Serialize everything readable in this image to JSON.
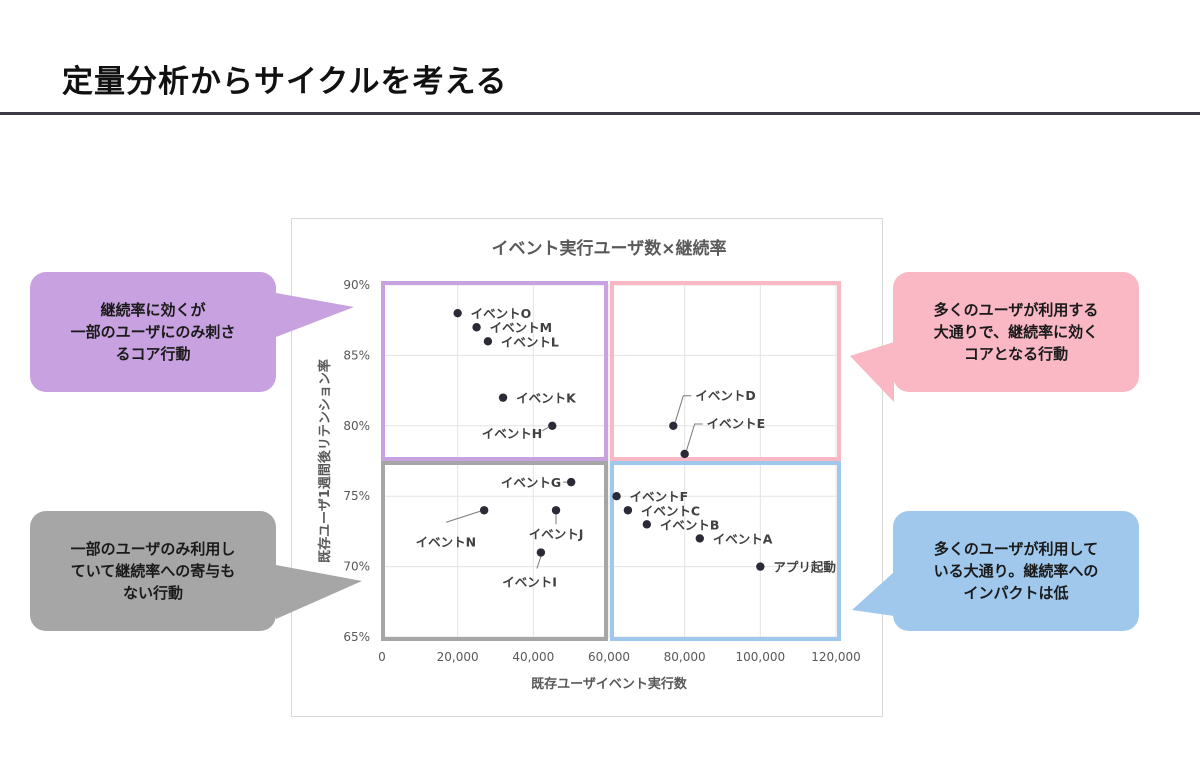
{
  "page": {
    "title": "定量分析からサイクルを考える"
  },
  "callouts": {
    "top_left": {
      "text": "継続率に効くが\n一部のユーザにのみ刺さ\nるコア行動",
      "color": "#c8a2e0"
    },
    "top_right": {
      "text": "多くのユーザが利用する\n大通りで、継続率に効く\nコアとなる行動",
      "color": "#f9b8c4"
    },
    "bottom_left": {
      "text": "一部のユーザのみ利用し\nていて継続率への寄与も\nない行動",
      "color": "#a6a6a6"
    },
    "bottom_right": {
      "text": "多くのユーザが利用して\nいる大通り。継続率への\nインパクトは低",
      "color": "#9fc8ec"
    }
  },
  "chart_data": {
    "type": "scatter",
    "title": "イベント実行ユーザ数×継続率",
    "xlabel": "既存ユーザイベント実行数",
    "ylabel": "既存ユーザ1週間後リテンション率",
    "xlim": [
      0,
      120000
    ],
    "ylim": [
      65,
      90
    ],
    "x_ticks": [
      "0",
      "20,000",
      "40,000",
      "60,000",
      "80,000",
      "100,000",
      "120,000"
    ],
    "y_ticks": [
      "65%",
      "70%",
      "75%",
      "80%",
      "85%",
      "90%"
    ],
    "grid": true,
    "quadrants": [
      {
        "name": "top-left",
        "x": [
          0,
          60000
        ],
        "y": [
          77.5,
          90
        ],
        "color": "#c8a2e0"
      },
      {
        "name": "top-right",
        "x": [
          60000,
          120000
        ],
        "y": [
          77.5,
          90
        ],
        "color": "#f9b8c4"
      },
      {
        "name": "bottom-left",
        "x": [
          0,
          60000
        ],
        "y": [
          65,
          77.5
        ],
        "color": "#a6a6a6"
      },
      {
        "name": "bottom-right",
        "x": [
          60000,
          120000
        ],
        "y": [
          65,
          77.5
        ],
        "color": "#9fc8ec"
      }
    ],
    "points": [
      {
        "label": "イベントO",
        "x": 20000,
        "y": 88,
        "label_pos": "right"
      },
      {
        "label": "イベントM",
        "x": 25000,
        "y": 87,
        "label_pos": "right"
      },
      {
        "label": "イベントL",
        "x": 28000,
        "y": 86,
        "label_pos": "right"
      },
      {
        "label": "イベントK",
        "x": 32000,
        "y": 82,
        "label_pos": "right"
      },
      {
        "label": "イベントH",
        "x": 45000,
        "y": 80,
        "label_pos": "left"
      },
      {
        "label": "イベントD",
        "x": 77000,
        "y": 80,
        "label_pos": "up-right"
      },
      {
        "label": "イベントE",
        "x": 80000,
        "y": 78,
        "label_pos": "up-right"
      },
      {
        "label": "イベントG",
        "x": 50000,
        "y": 76,
        "label_pos": "left"
      },
      {
        "label": "イベントF",
        "x": 62000,
        "y": 75,
        "label_pos": "right"
      },
      {
        "label": "イベントC",
        "x": 65000,
        "y": 74,
        "label_pos": "right"
      },
      {
        "label": "イベントB",
        "x": 70000,
        "y": 73,
        "label_pos": "right"
      },
      {
        "label": "イベントA",
        "x": 84000,
        "y": 72,
        "label_pos": "right"
      },
      {
        "label": "アプリ起動",
        "x": 100000,
        "y": 70,
        "label_pos": "right"
      },
      {
        "label": "イベントN",
        "x": 27000,
        "y": 74,
        "label_pos": "down-left"
      },
      {
        "label": "イベントJ",
        "x": 46000,
        "y": 74,
        "label_pos": "down"
      },
      {
        "label": "イベントI",
        "x": 42000,
        "y": 71,
        "label_pos": "down-left"
      }
    ]
  }
}
